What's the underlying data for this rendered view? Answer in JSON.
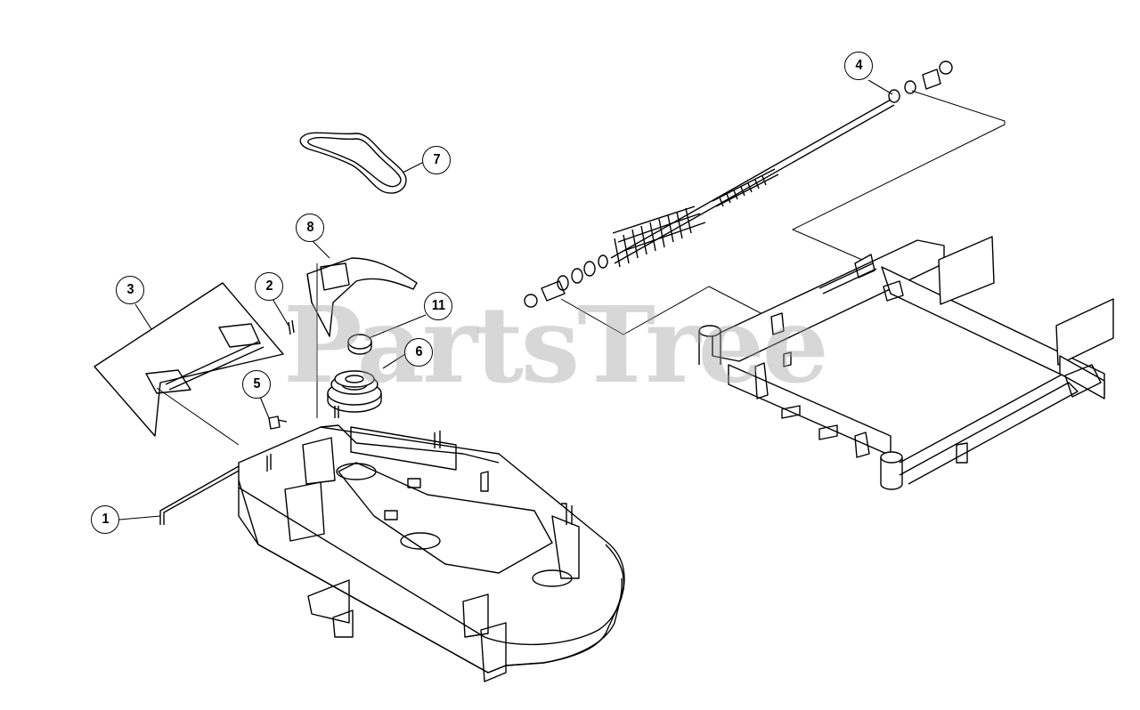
{
  "diagram": {
    "watermark": "PartsTree",
    "callouts": [
      {
        "id": "1",
        "label": "1"
      },
      {
        "id": "2",
        "label": "2"
      },
      {
        "id": "3",
        "label": "3"
      },
      {
        "id": "4",
        "label": "4"
      },
      {
        "id": "5",
        "label": "5"
      },
      {
        "id": "6",
        "label": "6"
      },
      {
        "id": "7",
        "label": "7"
      },
      {
        "id": "8",
        "label": "8"
      },
      {
        "id": "11",
        "label": "11"
      }
    ]
  },
  "colors": {
    "line": "#000000",
    "part_fill": "#ffffff",
    "watermark": "#a0a0a0"
  }
}
